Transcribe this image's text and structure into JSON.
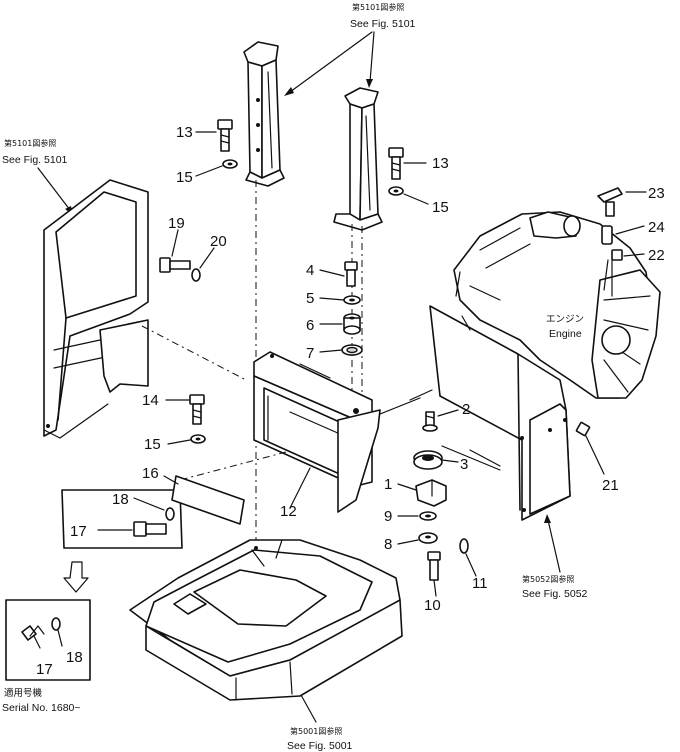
{
  "refs": {
    "top": {
      "jp": "第5101図参照",
      "en": "See Fig. 5101"
    },
    "left": {
      "jp": "第5101図参照",
      "en": "See Fig. 5101"
    },
    "right": {
      "jp": "第5052図参照",
      "en": "See Fig. 5052"
    },
    "bottom": {
      "jp": "第5001図参照",
      "en": "See Fig. 5001"
    }
  },
  "engine": {
    "jp": "エンジン",
    "en": "Engine"
  },
  "serial": {
    "jp": "適用号機",
    "en": "Serial No. 1680~"
  },
  "callouts": {
    "n1": "1",
    "n2": "2",
    "n3": "3",
    "n4": "4",
    "n5": "5",
    "n6": "6",
    "n7": "7",
    "n8": "8",
    "n9": "9",
    "n10": "10",
    "n11": "11",
    "n12": "12",
    "n13a": "13",
    "n13b": "13",
    "n14": "14",
    "n15a": "15",
    "n15b": "15",
    "n15c": "15",
    "n16": "16",
    "n17a": "17",
    "n17b": "17",
    "n18a": "18",
    "n18b": "18",
    "n19": "19",
    "n20": "20",
    "n21": "21",
    "n22": "22",
    "n23": "23",
    "n24": "24"
  }
}
